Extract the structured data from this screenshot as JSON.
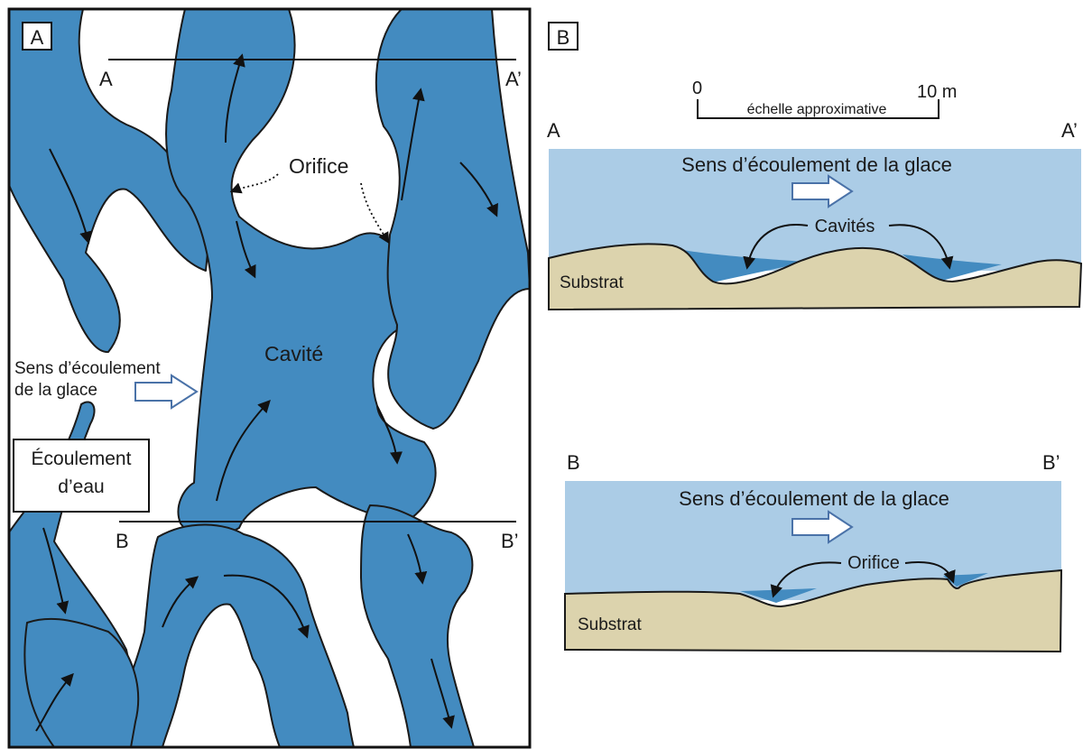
{
  "panel_a": {
    "tag": "A",
    "line_a_left": "A",
    "line_a_right": "A’",
    "line_b_left": "B",
    "line_b_right": "B’",
    "orifice_label": "Orifice",
    "cavity_label": "Cavité",
    "flow_label_line1": "Sens d’écoulement",
    "flow_label_line2": "de la glace",
    "water_label_line1": "Écoulement",
    "water_label_line2": "d’eau"
  },
  "panel_b": {
    "tag": "B",
    "scale": {
      "zero": "0",
      "max": "10 m",
      "caption": "échelle approximative"
    },
    "section_a": {
      "left": "A",
      "right": "A’",
      "flow_label": "Sens d’écoulement de la glace",
      "cavities_label": "Cavités",
      "substrate_label": "Substrat"
    },
    "section_b": {
      "left": "B",
      "right": "B’",
      "flow_label": "Sens d’écoulement de la glace",
      "orifice_label": "Orifice",
      "substrate_label": "Substrat"
    }
  },
  "colors": {
    "water": "#438bc0",
    "ice": "#abcce6",
    "substrate": "#dcd3ad",
    "outline": "#1a1a1a"
  }
}
